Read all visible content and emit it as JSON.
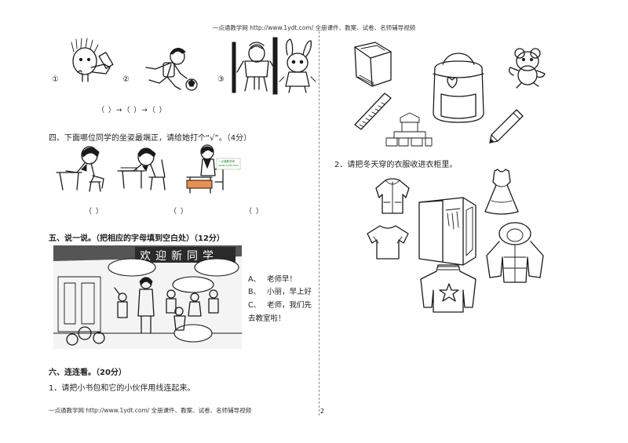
{
  "header": {
    "text": "一点通教学网 http://www.1ydt.com/  全册课件、教案、试卷、名师辅导视频"
  },
  "footer": {
    "text": "一点通教学网 http://www.1ydt.com/  全册课件、教案、试卷、名师辅导视频",
    "page_number": "2"
  },
  "q3": {
    "labels": [
      "①",
      "②",
      "③"
    ],
    "order_blanks": "（    ）→（    ）→（    ）"
  },
  "q4": {
    "title": "四、下面哪位同学的坐姿最端正，请给她打个“√”。（4分）",
    "blanks": [
      "（    ）",
      "（    ）",
      "（    ）"
    ]
  },
  "q5": {
    "title": "五、说一说。（把相应的字母填到空白处）（12分）",
    "banner": "欢迎新同学",
    "options": [
      {
        "letter": "A、",
        "text": "老师早！"
      },
      {
        "letter": "B、",
        "text": "小丽，早上好"
      },
      {
        "letter": "C、",
        "text": "老师，我们先"
      },
      {
        "letter": "",
        "text": "去教室啦！"
      }
    ]
  },
  "q6": {
    "title": "六、连连看。（20分）",
    "sub1": "1．请把小书包和它的小伙伴用线连起来。",
    "sub2": "2．请把冬天穿的衣服收进衣柜里。"
  }
}
